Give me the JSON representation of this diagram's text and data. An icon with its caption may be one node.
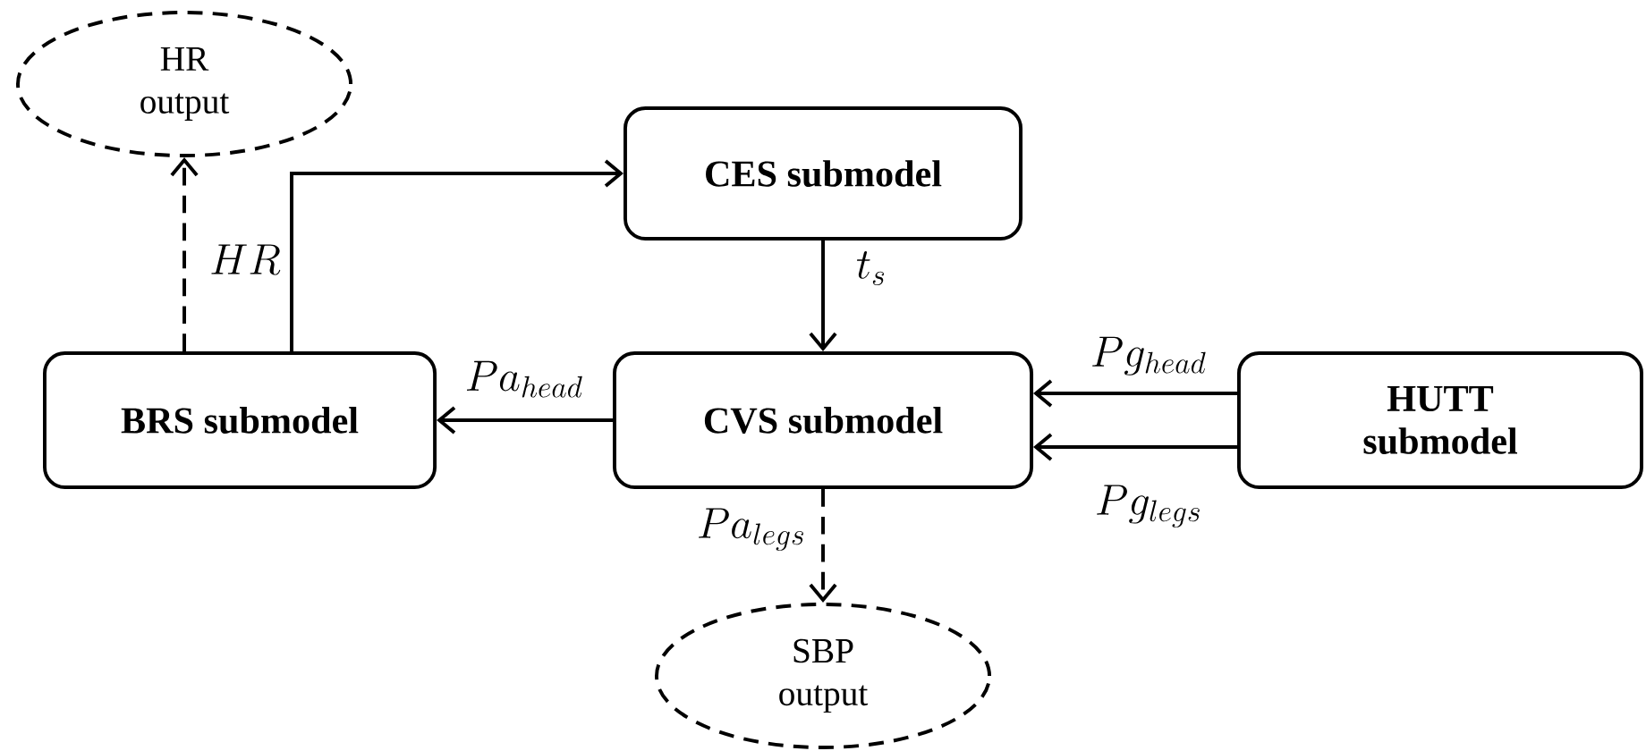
{
  "diagram": {
    "nodes": [
      {
        "text": [
          "HR output"
        ]
      },
      {
        "text": [
          "CES submodel"
        ]
      },
      {
        "text": [
          "BRS submodel"
        ]
      },
      {
        "text": [
          "CVS submodel"
        ]
      },
      {
        "text": [
          "HUTT submodel"
        ]
      },
      {
        "text": [
          "SBP output"
        ]
      }
    ],
    "edges": [
      {
        "from": 2,
        "to": 0,
        "arrow": "to",
        "style": "dashed",
        "label": "HR"
      },
      {
        "from": 2,
        "to": 1,
        "arrow": "to"
      },
      {
        "from": 1,
        "to": 3,
        "arrow": "to",
        "label": "t_s"
      },
      {
        "from": 3,
        "to": 2,
        "arrow": "to",
        "label": "Pa_{head}"
      },
      {
        "from": 4,
        "to": 3,
        "arrow": "to",
        "label": "Pg_{head}"
      },
      {
        "from": 4,
        "to": 3,
        "arrow": "to",
        "label": "Pg_{legs}"
      },
      {
        "from": 3,
        "to": 5,
        "arrow": "to",
        "style": "dashed",
        "label": "Pa_{legs}"
      }
    ]
  }
}
